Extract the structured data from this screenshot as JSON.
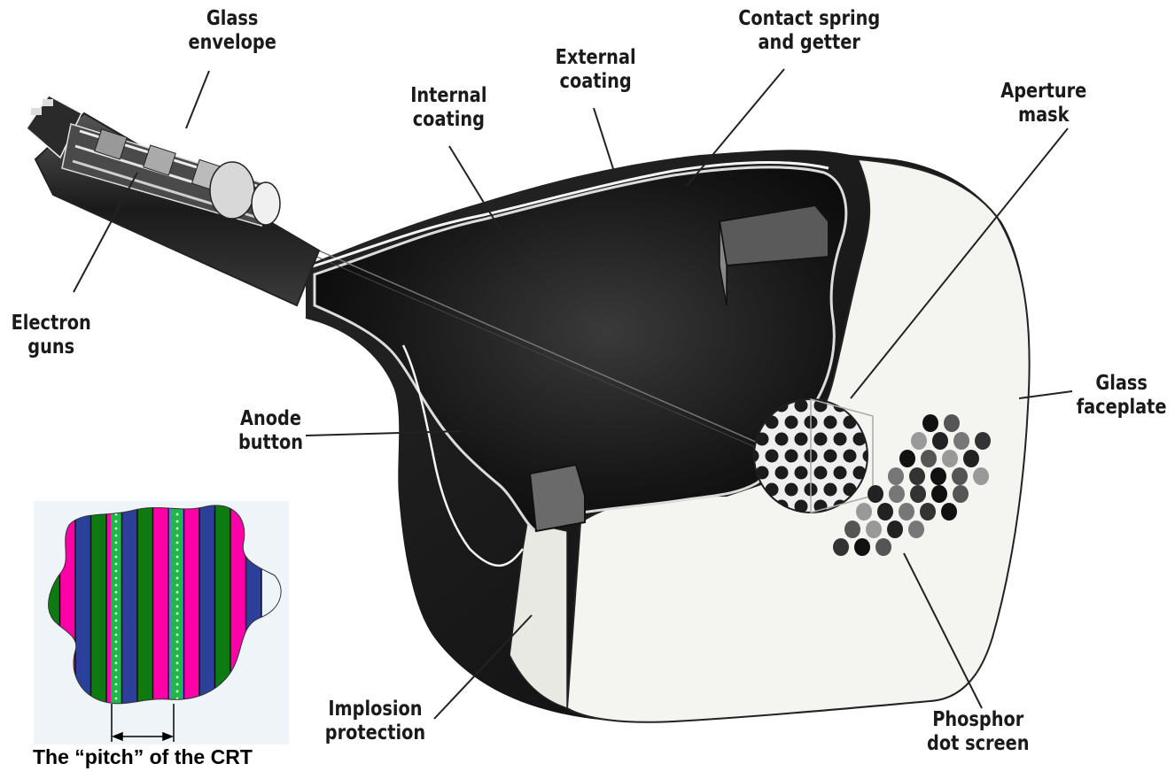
{
  "labels": {
    "glass_envelope": [
      "Glass",
      "envelope"
    ],
    "external_coating": [
      "External",
      "coating"
    ],
    "contact_spring": [
      "Contact spring",
      "and getter"
    ],
    "aperture_mask": [
      "Aperture",
      "mask"
    ],
    "internal_coating": [
      "Internal",
      "coating"
    ],
    "electron_guns": [
      "Electron",
      "guns"
    ],
    "glass_faceplate": [
      "Glass",
      "faceplate"
    ],
    "anode_button": [
      "Anode",
      "button"
    ],
    "implosion_protection": [
      "Implosion",
      "protection"
    ],
    "phosphor_screen": [
      "Phosphor",
      "dot screen"
    ]
  },
  "inset": {
    "caption": "The “pitch” of the CRT",
    "stripe_colors": [
      "#ff00a8",
      "#2c3f9b",
      "#0d7a12",
      "#5b7de0"
    ]
  },
  "colors": {
    "tube_dark": "#111111",
    "tube_light": "#f4f4f0",
    "leader": "#222222"
  }
}
